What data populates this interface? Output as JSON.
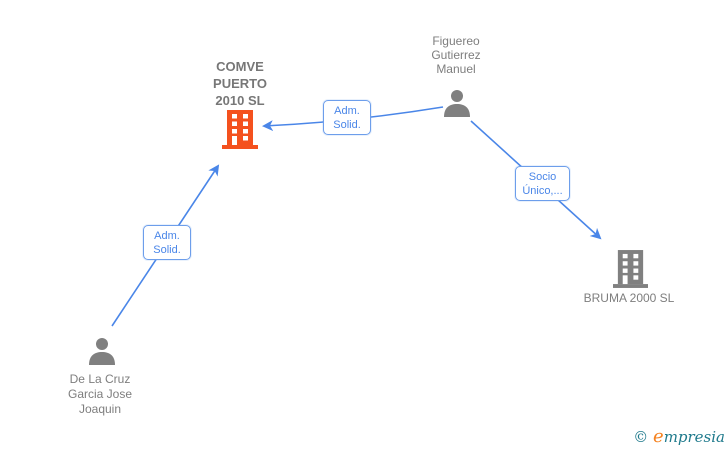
{
  "diagram": {
    "nodes": {
      "comve": {
        "name_lines": [
          "COMVE",
          "PUERTO",
          "2010 SL"
        ],
        "full_name": "COMVE PUERTO 2010 SL",
        "type": "company",
        "highlighted": true
      },
      "figuereo": {
        "name_lines": [
          "Figuereo",
          "Gutierrez",
          "Manuel"
        ],
        "full_name": "Figuereo Gutierrez Manuel",
        "type": "person"
      },
      "bruma": {
        "name_lines": [
          "BRUMA 2000 SL"
        ],
        "full_name": "BRUMA 2000 SL",
        "type": "company"
      },
      "delacruz": {
        "name_lines": [
          "De La Cruz",
          "Garcia Jose",
          "Joaquin"
        ],
        "full_name": "De La Cruz Garcia Jose Joaquin",
        "type": "person"
      }
    },
    "edges": [
      {
        "from": "figuereo",
        "to": "comve",
        "label": "Adm. Solid."
      },
      {
        "from": "figuereo",
        "to": "bruma",
        "label": "Socio Único,..."
      },
      {
        "from": "delacruz",
        "to": "comve",
        "label": "Adm. Solid."
      }
    ]
  },
  "footer": {
    "copyright": "©",
    "brand_first": "e",
    "brand_rest": "mpresia"
  },
  "colors": {
    "company_highlight": "#F4511E",
    "node_gray": "#808080",
    "edge_blue": "#4A86E8",
    "label_border": "#6D9EEB",
    "label_text": "#4A86E8",
    "name_text": "#7E7E7E",
    "logo_teal": "#1F7A8C",
    "logo_orange": "#F58220",
    "canvas_bg": "#FFFFFF"
  }
}
